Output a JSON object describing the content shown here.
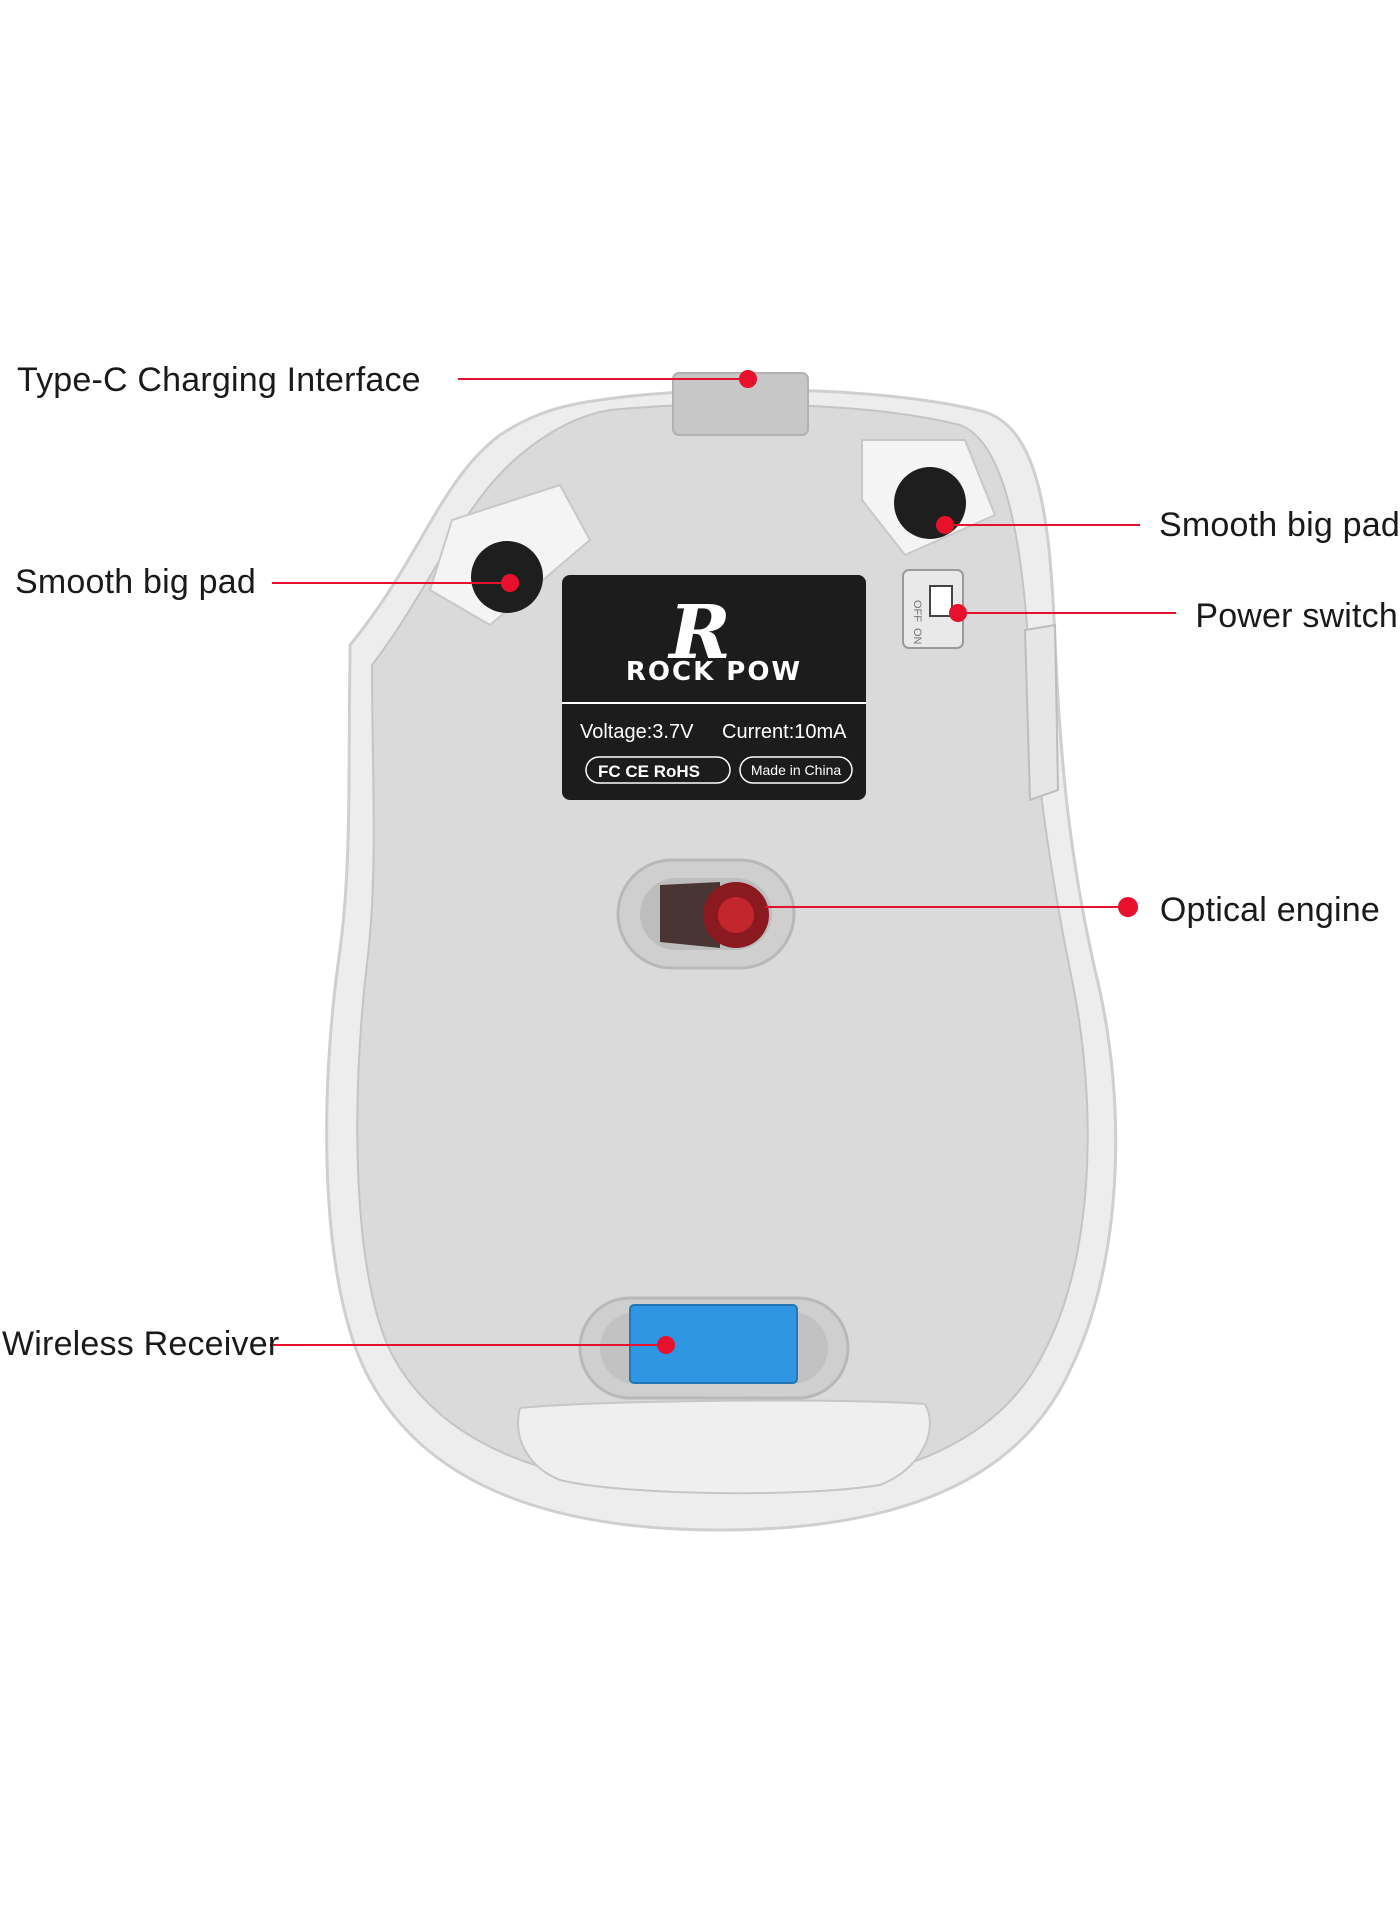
{
  "callouts": {
    "type_c": "Type-C Charging Interface",
    "pad_left": "Smooth big pad",
    "pad_right": "Smooth big pad",
    "power_switch": "Power switch",
    "optical_engine": "Optical engine",
    "wireless_receiver": "Wireless Receiver"
  },
  "label_sticker": {
    "brand": "ROCK POW",
    "voltage": "Voltage:3.7V",
    "current": "Current:10mA",
    "certs": "FC CE RoHS",
    "origin": "Made in China"
  },
  "switch_labels": {
    "off": "OFF",
    "on": "ON"
  },
  "colors": {
    "accent_red": "#e8112d",
    "mouse_body": "#dcdcdc",
    "sticker_bg": "#1c1c1c",
    "receiver_blue": "#2f96e3"
  }
}
